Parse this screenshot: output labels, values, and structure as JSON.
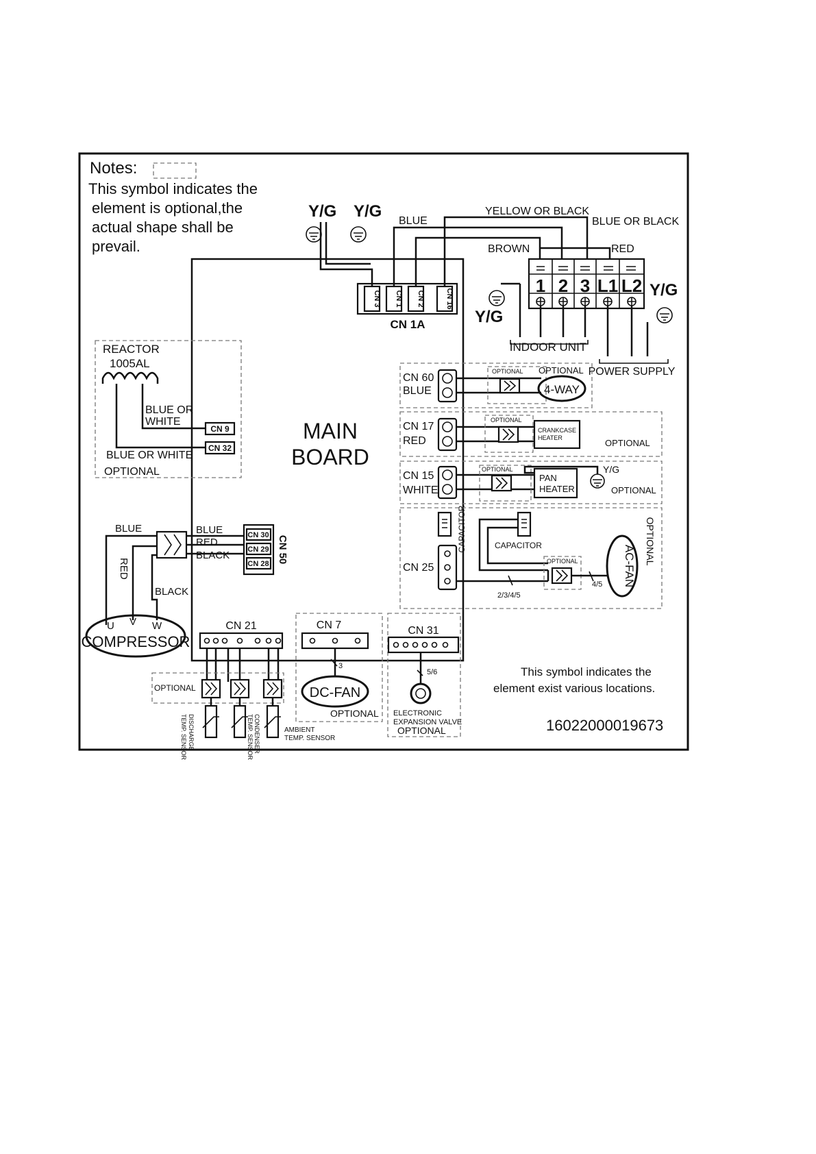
{
  "notes": {
    "title": "Notes:",
    "line1": "This symbol indicates the",
    "line2": "element is  optional,the",
    "line3": "actual shape shall be",
    "line4": "prevail."
  },
  "ground": {
    "yg_1": "Y/G",
    "yg_2": "Y/G",
    "yg_3": "Y/G",
    "yg_4": "Y/G",
    "yg_5": "Y/G"
  },
  "wires": {
    "blue_top": "BLUE",
    "yellow_or_black": "YELLOW OR BLACK",
    "blue_or_black": "BLUE OR BLACK",
    "brown": "BROWN",
    "red_top": "RED"
  },
  "terminal_block": {
    "t1": "1",
    "t2": "2",
    "t3": "3",
    "t4": "L1",
    "t5": "L2",
    "indoor_unit": "INDOOR  UNIT",
    "power_supply": "POWER  SUPPLY"
  },
  "cn1a": {
    "label": "CN 1A",
    "pins": [
      "CN 3",
      "CN 1",
      "CN 2",
      "CN 16"
    ]
  },
  "reactor": {
    "label": "REACTOR",
    "model": "1005AL",
    "wire1_line1": "BLUE OR",
    "wire1_line2": "WHITE",
    "wire2": "BLUE OR WHITE",
    "optional": "OPTIONAL",
    "cn9": "CN 9",
    "cn32": "CN 32"
  },
  "main_board": {
    "line1": "MAIN",
    "line2": "BOARD"
  },
  "cn60": {
    "name": "CN 60",
    "color": "BLUE",
    "optional_small": "OPTIONAL",
    "optional": "OPTIONAL",
    "device": "4-WAY"
  },
  "cn17": {
    "name": "CN 17",
    "color": "RED",
    "optional_small": "OPTIONAL",
    "device_line1": "CRANKCASE",
    "device_line2": "HEATER",
    "optional": "OPTIONAL"
  },
  "cn15": {
    "name": "CN 15",
    "color": "WHITE",
    "optional_small": "OPTIONAL",
    "device_line1": "PAN",
    "device_line2": "HEATER",
    "yg": "Y/G",
    "optional": "OPTIONAL"
  },
  "cn25": {
    "name": "CN 25",
    "capacitor_vertical": "CAPACITOR",
    "capacitor": "CAPACITOR",
    "optional_small": "OPTIONAL",
    "optional_vertical": "OPTIONAL",
    "wires_a": "2/3/4/5",
    "wires_b": "4/5",
    "device": "AC-FAN"
  },
  "cn50": {
    "label": "CN 50",
    "pins": [
      "CN 30",
      "CN 29",
      "CN 28"
    ],
    "wire_blue": "BLUE",
    "wire_red": "RED",
    "wire_black": "BLACK"
  },
  "compressor": {
    "label": "COMPRESSOR",
    "u": "U",
    "v": "V",
    "w": "W",
    "wire_blue": "BLUE",
    "wire_red": "RED",
    "wire_black": "BLACK"
  },
  "cn21": {
    "label": "CN 21",
    "optional": "OPTIONAL",
    "discharge_line1": "DISCHARGE",
    "discharge_line2": "TEMP. SENSOR",
    "condenser_line1": "CONDENSER",
    "condenser_line2": "TEMP. SENSOR",
    "ambient_line1": "AMBIENT",
    "ambient_line2": "TEMP. SENSOR"
  },
  "cn7": {
    "label": "CN 7",
    "wires": "3",
    "device": "DC-FAN",
    "optional": "OPTIONAL"
  },
  "cn31": {
    "label": "CN 31",
    "wires": "5/6",
    "device_line1": "ELECTRONIC",
    "device_line2": "EXPANSION VALVE",
    "optional": "OPTIONAL"
  },
  "footer": {
    "note_line1": "This symbol indicates the",
    "note_line2": "element exist various locations.",
    "part_number": "16022000019673"
  }
}
